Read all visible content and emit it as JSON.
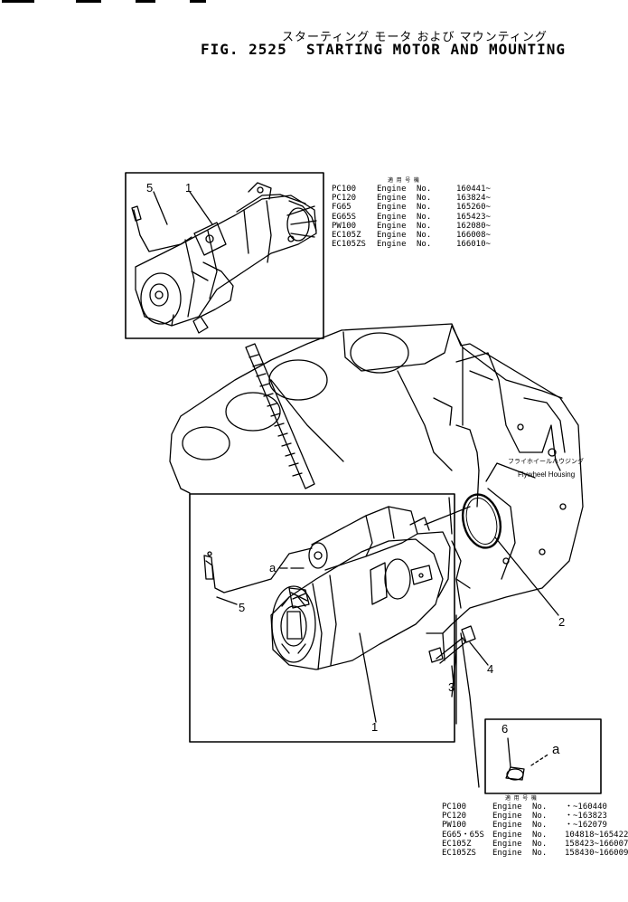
{
  "title_jp": "スターティング モータ および マウンティング",
  "title_en": "FIG. 2525  STARTING MOTOR AND MOUNTING",
  "table_top": {
    "header": "適 用 号 機",
    "rows": [
      {
        "model": "PC100",
        "label": "Engine",
        "no": "No.",
        "serial": "160441~"
      },
      {
        "model": "PC120",
        "label": "Engine",
        "no": "No.",
        "serial": "163824~"
      },
      {
        "model": "FG65",
        "label": "Engine",
        "no": "No.",
        "serial": "165260~"
      },
      {
        "model": "EG65S",
        "label": "Engine",
        "no": "No.",
        "serial": "165423~"
      },
      {
        "model": "PW100",
        "label": "Engine",
        "no": "No.",
        "serial": "162080~"
      },
      {
        "model": "EC105Z",
        "label": "Engine",
        "no": "No.",
        "serial": "166008~"
      },
      {
        "model": "EC105ZS",
        "label": "Engine",
        "no": "No.",
        "serial": "166010~"
      }
    ]
  },
  "table_bottom": {
    "header": "適 用 号 機",
    "rows": [
      {
        "model": "PC100",
        "label": "Engine",
        "no": "No.",
        "serial": "・~160440"
      },
      {
        "model": "PC120",
        "label": "Engine",
        "no": "No.",
        "serial": "・~163823"
      },
      {
        "model": "PW100",
        "label": "Engine",
        "no": "No.",
        "serial": "・~162079"
      },
      {
        "model": "EG65・65S",
        "label": "Engine",
        "no": "No.",
        "serial": "104818~165422"
      },
      {
        "model": "EC105Z",
        "label": "Engine",
        "no": "No.",
        "serial": "158423~166007"
      },
      {
        "model": "EC105ZS",
        "label": "Engine",
        "no": "No.",
        "serial": "158430~166009"
      }
    ]
  },
  "flywheel_label_jp": "フライホイールハウジング",
  "flywheel_label_en": "Flywheel Housing",
  "callouts": {
    "top_inset_1": "1",
    "top_inset_5": "5",
    "main_5": "5",
    "main_a": "a",
    "main_1": "1",
    "part_2": "2",
    "part_3": "3",
    "part_4": "4",
    "detail_6": "6",
    "detail_a": "a"
  }
}
